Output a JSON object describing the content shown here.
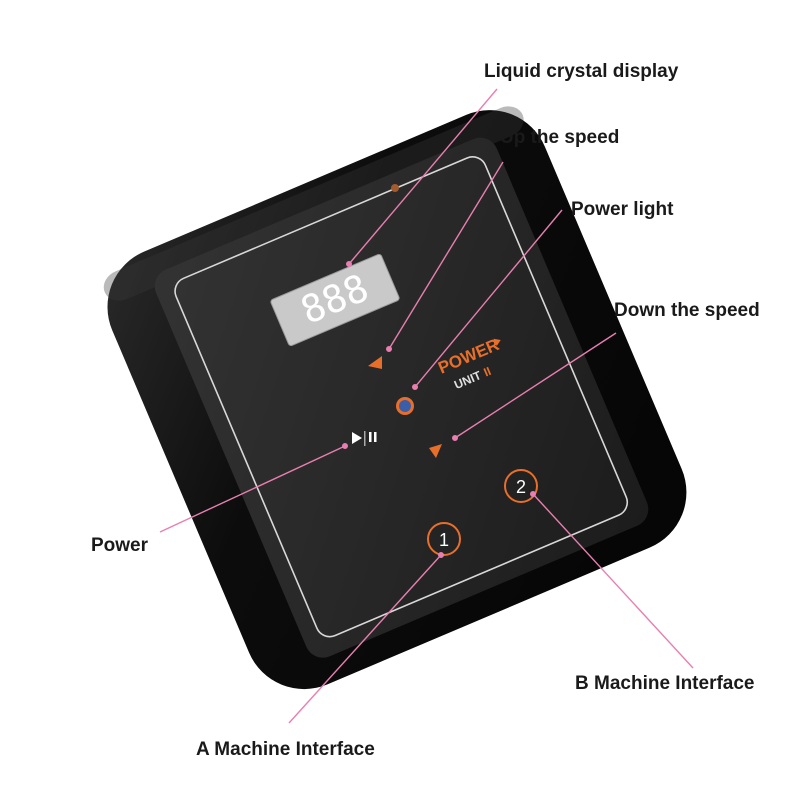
{
  "colors": {
    "background": "#ffffff",
    "body": "#0d0d0d",
    "panel": "#262626",
    "accent": "#e86f2a",
    "leader_line": "#e87fb0",
    "lcd": "#ff7a9c"
  },
  "device": {
    "display_digits": "888",
    "brand_line1": "POWER",
    "brand_line2": "UNIT",
    "brand_numeral": "II",
    "interface_a_number": "1",
    "interface_b_number": "2",
    "power_icon": "play-pause-icon",
    "up_icon": "triangle-up-icon",
    "down_icon": "triangle-down-icon"
  },
  "labels": {
    "lcd": "Liquid crystal display",
    "up_speed": "Up the speed",
    "power_light": "Power light",
    "down_speed": "Down the speed",
    "power": "Power",
    "a_interface": "A Machine Interface",
    "b_interface": "B Machine Interface"
  }
}
